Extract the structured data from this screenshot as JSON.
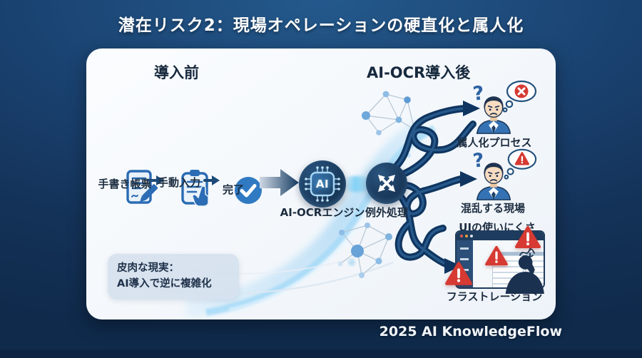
{
  "title": "潜在リスク2：現場オペレーションの硬直化と属人化",
  "footer": "2025 AI KnowledgeFlow",
  "before": {
    "heading": "導入前",
    "steps": [
      {
        "label": "手書き帳票",
        "icon": "handwritten-form-icon"
      },
      {
        "label": "手動入力",
        "icon": "manual-input-icon"
      },
      {
        "label": "完了",
        "icon": "check-circle-icon"
      }
    ]
  },
  "after": {
    "heading": "AI-OCR導入後",
    "engine": {
      "label": "AI-OCRエンジン",
      "chip_text": "AI"
    },
    "exception": {
      "label": "例外処理"
    },
    "outcomes": [
      {
        "label": "属人化プロセス",
        "mark": "?",
        "bubble_icon": "error-x"
      },
      {
        "label": "混乱する現場",
        "mark": "?",
        "bubble_icon": "warning-triangle"
      },
      {
        "label": "フラストレーション",
        "sublabel": "UIの使いにくさ"
      }
    ]
  },
  "note": {
    "line1": "皮肉な現実：",
    "line2": "AI導入で逆に複雑化"
  },
  "colors": {
    "background_navy": "#143258",
    "card_bg": "#f5f9fc",
    "primary_blue": "#2d6fb5",
    "node_navy": "#16334f",
    "path_navy": "#0f3560",
    "alert_red": "#d63a32",
    "beam_blue": "#7fd0f5"
  }
}
